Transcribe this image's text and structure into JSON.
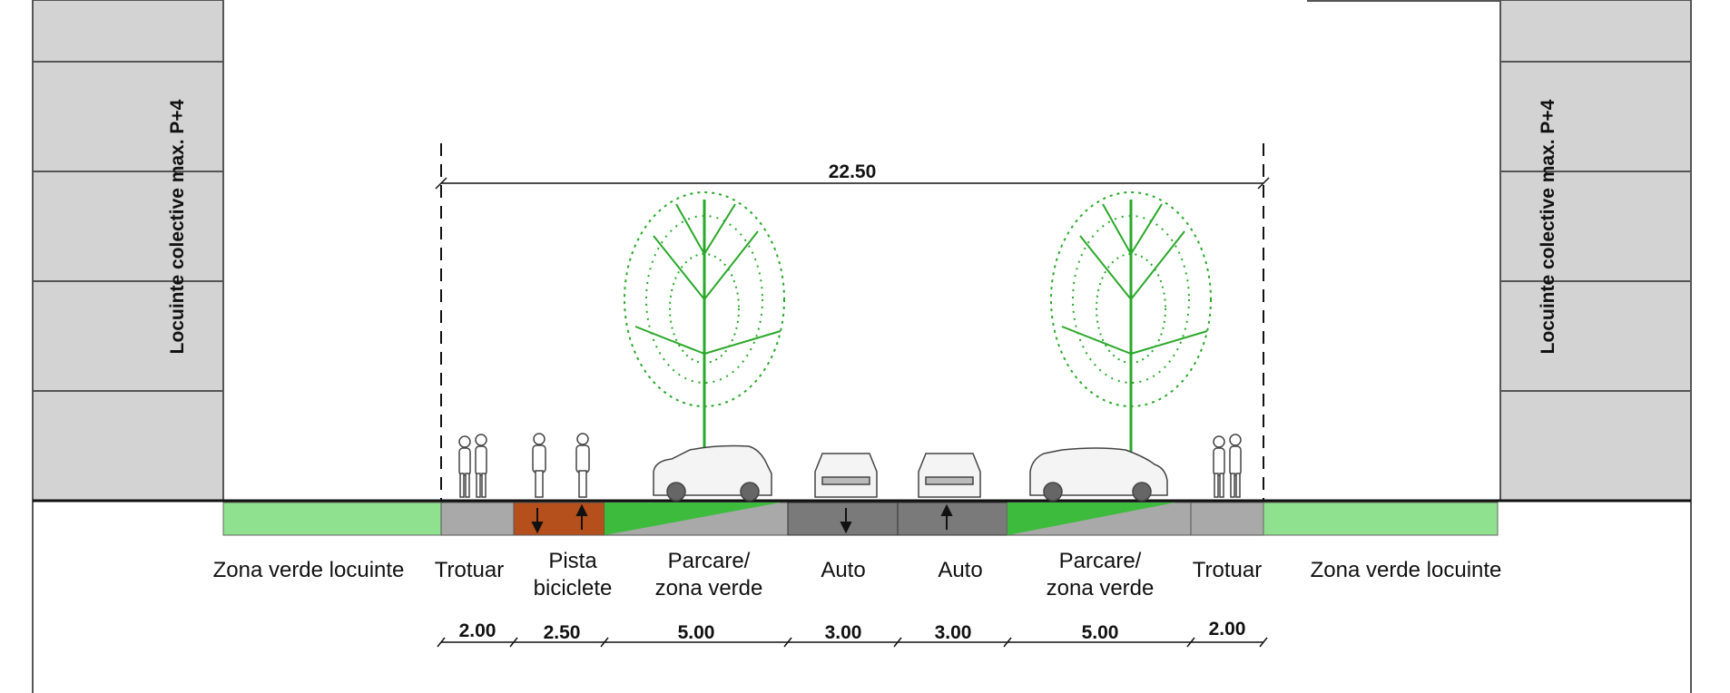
{
  "total_width_label": "22.50",
  "buildings": {
    "left_label": "Locuinte colective max. P+4",
    "right_label": "Locuinte colective max. P+4"
  },
  "zones": [
    {
      "name": "green-left",
      "label_lines": [
        "Zona verde locuinte"
      ],
      "dimension": ""
    },
    {
      "name": "sidewalk-left",
      "label_lines": [
        "Trotuar"
      ],
      "dimension": "2.00"
    },
    {
      "name": "bike-lane",
      "label_lines": [
        "Pista",
        "biciclete"
      ],
      "dimension": "2.50"
    },
    {
      "name": "parking-left",
      "label_lines": [
        "Parcare/",
        "zona verde"
      ],
      "dimension": "5.00"
    },
    {
      "name": "car-lane-1",
      "label_lines": [
        "Auto"
      ],
      "dimension": "3.00"
    },
    {
      "name": "car-lane-2",
      "label_lines": [
        "Auto"
      ],
      "dimension": "3.00"
    },
    {
      "name": "parking-right",
      "label_lines": [
        "Parcare/",
        "zona verde"
      ],
      "dimension": "5.00"
    },
    {
      "name": "sidewalk-right",
      "label_lines": [
        "Trotuar"
      ],
      "dimension": "2.00"
    },
    {
      "name": "green-right",
      "label_lines": [
        "Zona verde locuinte"
      ],
      "dimension": ""
    }
  ],
  "colors": {
    "building": "#d3d3d3",
    "green_strip": "#8fe08f",
    "sidewalk": "#a9a9a9",
    "bike_lane": "#b5501d",
    "parking_green": "#3dbb3d",
    "car_lane": "#7a7a7a",
    "tree": "#2aa82a"
  }
}
